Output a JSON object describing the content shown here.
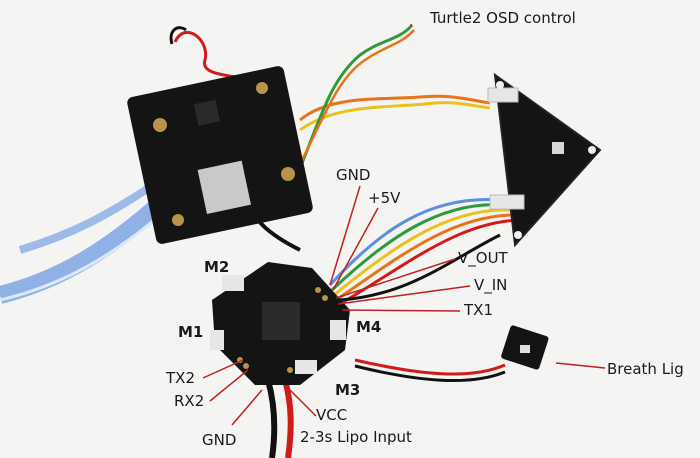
{
  "labels": {
    "osd_control": "Turtle2 OSD control",
    "gnd_top": "GND",
    "plus5v": "+5V",
    "v_out": "V_OUT",
    "v_in": "V_IN",
    "tx1": "TX1",
    "breath_light": "Breath Lig",
    "m1": "M1",
    "m2": "M2",
    "m3": "M3",
    "m4": "M4",
    "tx2": "TX2",
    "rx2": "RX2",
    "gnd_bottom": "GND",
    "vcc": "VCC",
    "lipo_input": "2-3s Lipo Input"
  },
  "colors": {
    "board": "#141414",
    "wire_red": "#d11a1a",
    "wire_orange": "#e8731a",
    "wire_yellow": "#e9c21c",
    "wire_green": "#2f9a3b",
    "wire_blue": "#5c8fe0",
    "wire_black": "#111111",
    "leader": "#c0201e",
    "ribbon": "#8fb1e6"
  }
}
